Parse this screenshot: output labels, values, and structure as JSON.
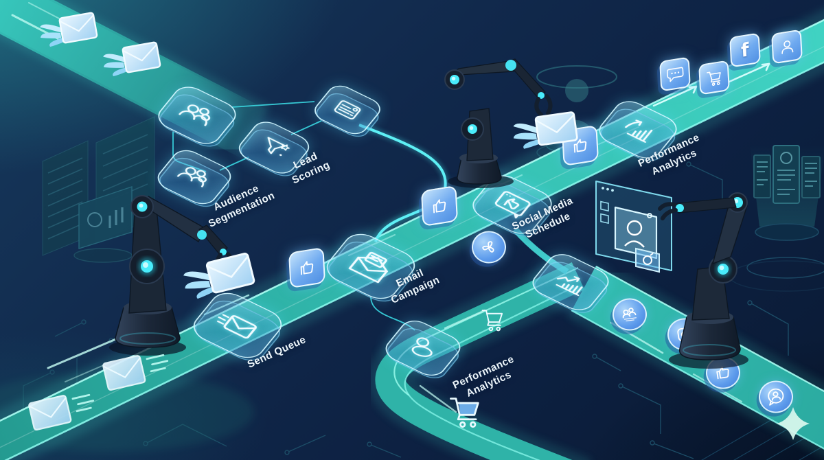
{
  "scene": {
    "description": "Isometric marketing automation pipeline illustration with glowing conveyor belts, robotic arms and holograms"
  },
  "labels": {
    "audience_segmentation": {
      "line1": "Audience",
      "line2": "Segmentation"
    },
    "lead_scoring": {
      "line1": "Lead",
      "line2": "Scoring"
    },
    "email_campaign": {
      "line1": "Email",
      "line2": "Campaign"
    },
    "send_queue": {
      "line1": "Send Queue",
      "line2": ""
    },
    "social_media_schedule": {
      "line1": "Social Media",
      "line2": "Schedule"
    },
    "performance_analytics_top": {
      "line1": "Performance",
      "line2": "Analytics"
    },
    "performance_analytics_bottom": {
      "line1": "Performance",
      "line2": "Analytics"
    }
  },
  "glyphs": {
    "facebook": "f"
  },
  "colors": {
    "background_navy": "#0d2142",
    "belt_teal": "#2fb3aa",
    "glow_cyan": "#6ff2e3",
    "node_outline": "#cdeffb",
    "icon_chip_blue": "#6aa7ef",
    "robot_body": "#1d2937",
    "joint_cyan": "#35e3f5",
    "label_white": "#eef6fb",
    "circuit_line": "#1c4c66"
  },
  "nodes": [
    {
      "id": "audience-group-top",
      "icon": "users-group-icon"
    },
    {
      "id": "audience-segmentation",
      "icon": "users-group-icon"
    },
    {
      "id": "lead-scoring",
      "icon": "funnel-star-icon"
    },
    {
      "id": "contact-card",
      "icon": "document-icon"
    },
    {
      "id": "email-campaign",
      "icon": "open-envelope-icon"
    },
    {
      "id": "send-queue",
      "icon": "speeding-envelope-icon"
    },
    {
      "id": "social-media-schedule",
      "icon": "social-post-thumb-icon"
    },
    {
      "id": "performance-analytics-top",
      "icon": "bar-chart-arrow-icon"
    },
    {
      "id": "analytics-junction",
      "icon": "trend-chart-icon"
    },
    {
      "id": "performance-analytics-bottom",
      "icon": "user-profile-icon"
    }
  ],
  "belt_icons": {
    "top_left_belt": [
      "winged-envelope-icon",
      "winged-envelope-icon"
    ],
    "main_belt": [
      "envelope-icon",
      "envelope-icon",
      "thumbs-up-icon",
      "thumbs-up-icon",
      "thumbs-up-icon",
      "chat-dots-icon",
      "cart-icon",
      "facebook-icon",
      "user-icon"
    ],
    "analytics_belt": [
      "cart-icon",
      "cart-icon"
    ],
    "social_belt": [
      "fan-icon",
      "team-icon",
      "instagram-icon",
      "thumbs-up-icon",
      "chat-user-icon"
    ]
  }
}
